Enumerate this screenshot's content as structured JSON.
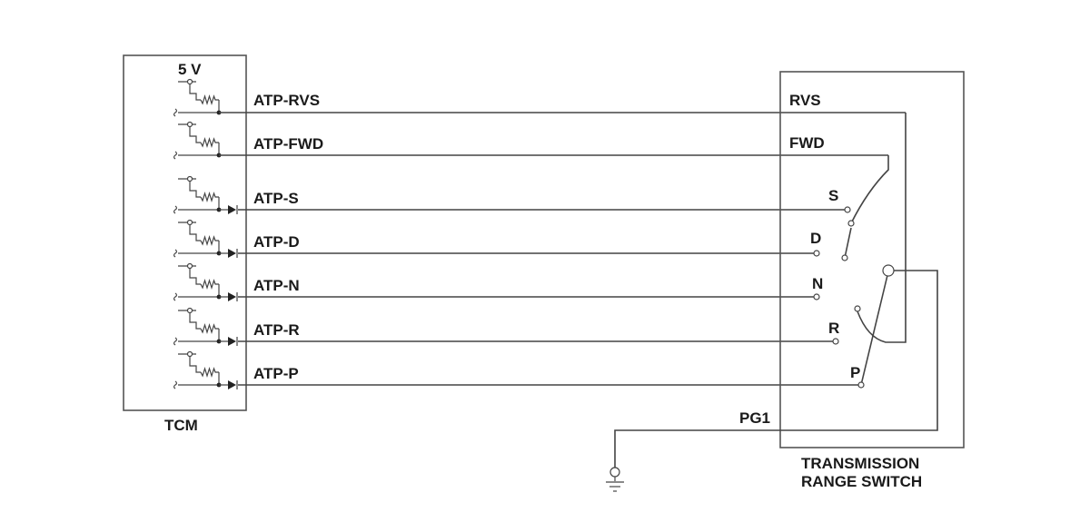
{
  "tcm": {
    "label": "TCM",
    "supply_label": "5 V",
    "signals": [
      "ATP-RVS",
      "ATP-FWD",
      "ATP-S",
      "ATP-D",
      "ATP-N",
      "ATP-R",
      "ATP-P"
    ]
  },
  "switch": {
    "label_line1": "TRANSMISSION",
    "label_line2": "RANGE SWITCH",
    "rvs_label": "RVS",
    "fwd_label": "FWD",
    "positions": [
      "S",
      "D",
      "N",
      "R",
      "P"
    ],
    "ground_label": "PG1"
  }
}
